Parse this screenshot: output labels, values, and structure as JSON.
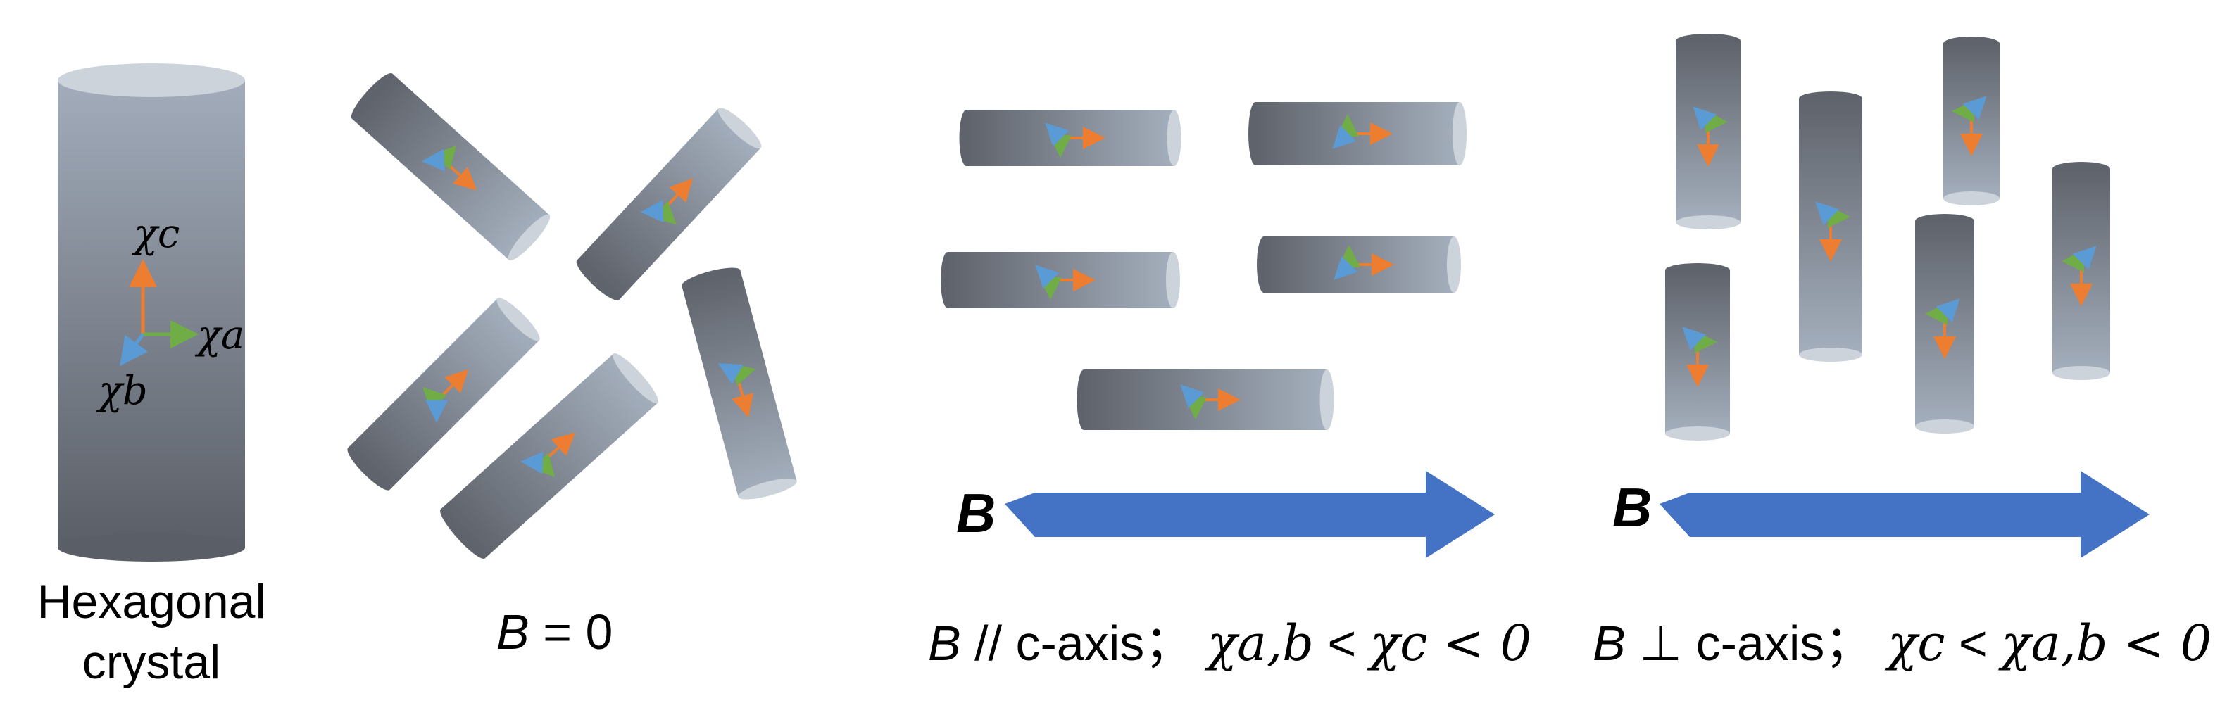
{
  "crystal": {
    "label_line1": "Hexagonal",
    "label_line2": "crystal",
    "axis_c": "χc",
    "axis_a": "χa",
    "axis_b": "χb"
  },
  "panel_zero": {
    "caption_symbol": "B",
    "caption_rest": " = 0"
  },
  "panel_parallel": {
    "field_label": "B",
    "caption_symbol": "B",
    "caption_text": " // c-axis；",
    "caption_chi_ab": "χa,b",
    "caption_lt1": " < ",
    "caption_chi_c": "χc",
    "caption_tail": " < 0"
  },
  "panel_perp": {
    "field_label": "B",
    "caption_symbol": "B",
    "caption_text": " ⊥  c-axis；",
    "caption_chi_c": "χc",
    "caption_lt1": " < ",
    "caption_chi_ab": "χa,b",
    "caption_tail": " < 0"
  },
  "colors": {
    "arrow_c": "#ED7D31",
    "arrow_a": "#70AD47",
    "arrow_b": "#5B9BD5",
    "field_arrow": "#4472C4",
    "rod_dark": "#5f636b",
    "rod_light": "#a4afbd",
    "cap_fill": "#cdd3db"
  }
}
